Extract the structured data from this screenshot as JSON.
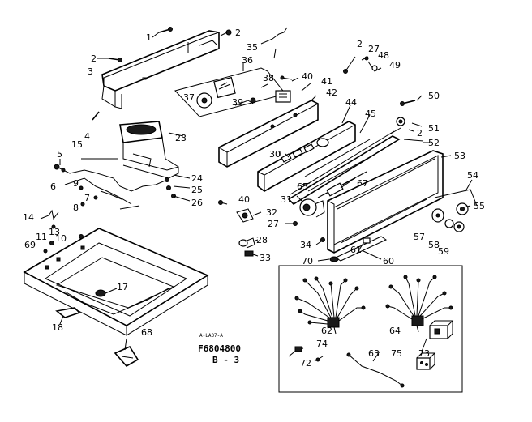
{
  "drawing": {
    "model_code": "F6804800",
    "page_ref": "B - 3",
    "small_ref": "A-LA37-A"
  },
  "callouts": [
    {
      "id": "c1",
      "text": "1"
    },
    {
      "id": "c2a",
      "text": "2"
    },
    {
      "id": "c2b",
      "text": "2"
    },
    {
      "id": "c3",
      "text": "3"
    },
    {
      "id": "c35",
      "text": "35"
    },
    {
      "id": "c36",
      "text": "36"
    },
    {
      "id": "c37",
      "text": "37"
    },
    {
      "id": "c38",
      "text": "38"
    },
    {
      "id": "c39",
      "text": "39"
    },
    {
      "id": "c40a",
      "text": "40"
    },
    {
      "id": "c41",
      "text": "41"
    },
    {
      "id": "c42",
      "text": "42"
    },
    {
      "id": "c2c",
      "text": "2"
    },
    {
      "id": "c27a",
      "text": "27"
    },
    {
      "id": "c48",
      "text": "48"
    },
    {
      "id": "c49",
      "text": "49"
    },
    {
      "id": "c50",
      "text": "50"
    },
    {
      "id": "c51",
      "text": "51"
    },
    {
      "id": "c2d",
      "text": "2"
    },
    {
      "id": "c52",
      "text": "52"
    },
    {
      "id": "c53",
      "text": "53"
    },
    {
      "id": "c44",
      "text": "44"
    },
    {
      "id": "c45",
      "text": "45"
    },
    {
      "id": "c4",
      "text": "4"
    },
    {
      "id": "c23",
      "text": "23"
    },
    {
      "id": "c15",
      "text": "15"
    },
    {
      "id": "c5",
      "text": "5"
    },
    {
      "id": "c6",
      "text": "6"
    },
    {
      "id": "c9",
      "text": "9"
    },
    {
      "id": "c24",
      "text": "24"
    },
    {
      "id": "c25",
      "text": "25"
    },
    {
      "id": "c26",
      "text": "26"
    },
    {
      "id": "c7",
      "text": "7"
    },
    {
      "id": "c8",
      "text": "8"
    },
    {
      "id": "c14",
      "text": "14"
    },
    {
      "id": "c13",
      "text": "13"
    },
    {
      "id": "c30",
      "text": "30"
    },
    {
      "id": "c65",
      "text": "65"
    },
    {
      "id": "c67",
      "text": "67"
    },
    {
      "id": "c31",
      "text": "31"
    },
    {
      "id": "c40b",
      "text": "40"
    },
    {
      "id": "c32",
      "text": "32"
    },
    {
      "id": "c27b",
      "text": "27"
    },
    {
      "id": "c54",
      "text": "54"
    },
    {
      "id": "c55",
      "text": "55"
    },
    {
      "id": "c57",
      "text": "57"
    },
    {
      "id": "c58",
      "text": "58"
    },
    {
      "id": "c59",
      "text": "59"
    },
    {
      "id": "c11",
      "text": "11"
    },
    {
      "id": "c10",
      "text": "10"
    },
    {
      "id": "c69",
      "text": "69"
    },
    {
      "id": "c28",
      "text": "28"
    },
    {
      "id": "c33",
      "text": "33"
    },
    {
      "id": "c34",
      "text": "34"
    },
    {
      "id": "c61",
      "text": "61"
    },
    {
      "id": "c60",
      "text": "60"
    },
    {
      "id": "c70",
      "text": "70"
    },
    {
      "id": "c17",
      "text": "17"
    },
    {
      "id": "c18",
      "text": "18"
    },
    {
      "id": "c68",
      "text": "68"
    },
    {
      "id": "c62",
      "text": "62"
    },
    {
      "id": "c64",
      "text": "64"
    },
    {
      "id": "c74",
      "text": "74"
    },
    {
      "id": "c63",
      "text": "63"
    },
    {
      "id": "c75",
      "text": "75"
    },
    {
      "id": "c73",
      "text": "73"
    },
    {
      "id": "c72",
      "text": "72"
    }
  ]
}
